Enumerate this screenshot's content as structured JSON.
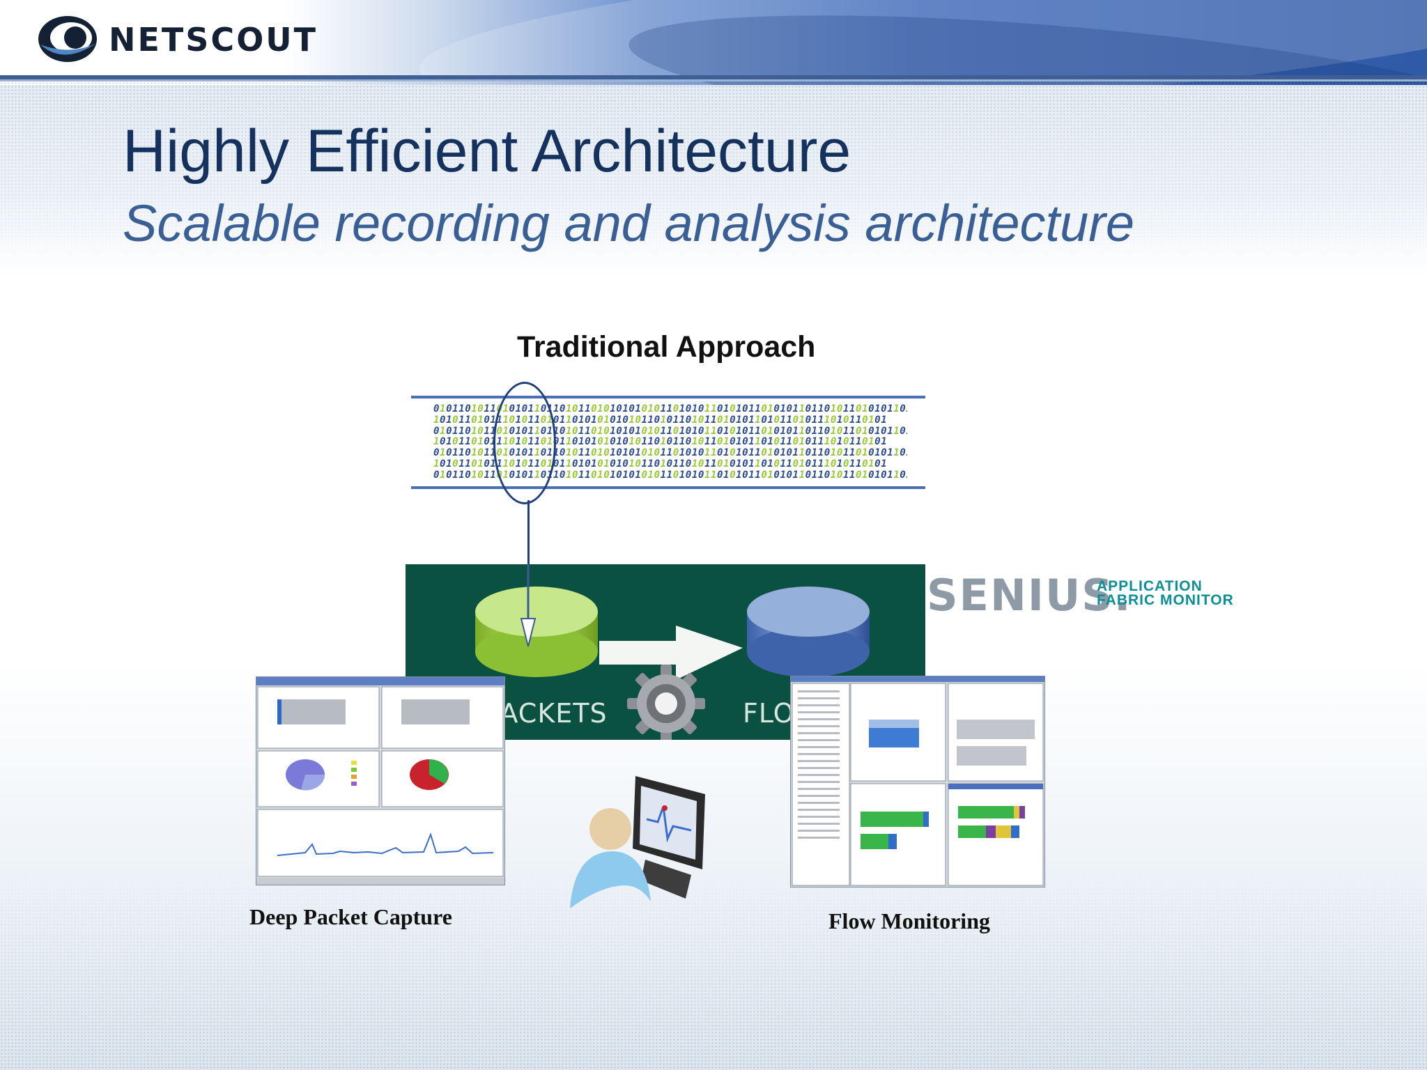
{
  "header": {
    "brand": "NETSCOUT",
    "logo_icon": "netscout-eye-logo"
  },
  "slide": {
    "title": "Highly Efficient Architecture",
    "subtitle": "Scalable recording and analysis architecture"
  },
  "diagram": {
    "heading": "Traditional Approach",
    "packets_label": "PACKETS",
    "flow_label": "FLOW DATA",
    "genius_brand": "SENIUS.",
    "genius_tagline_1": "APPLICATION",
    "genius_tagline_2": "FABRIC MONITOR"
  },
  "captions": {
    "left": "Deep Packet Capture",
    "right": "Flow Monitoring"
  },
  "colors": {
    "title": "#14325d",
    "subtitle": "#3a5f95",
    "panel_green": "#0b5142",
    "packets_disk": "#a6d24a",
    "flow_disk": "#7d9ed2",
    "genius_teal": "#0b8f94"
  }
}
